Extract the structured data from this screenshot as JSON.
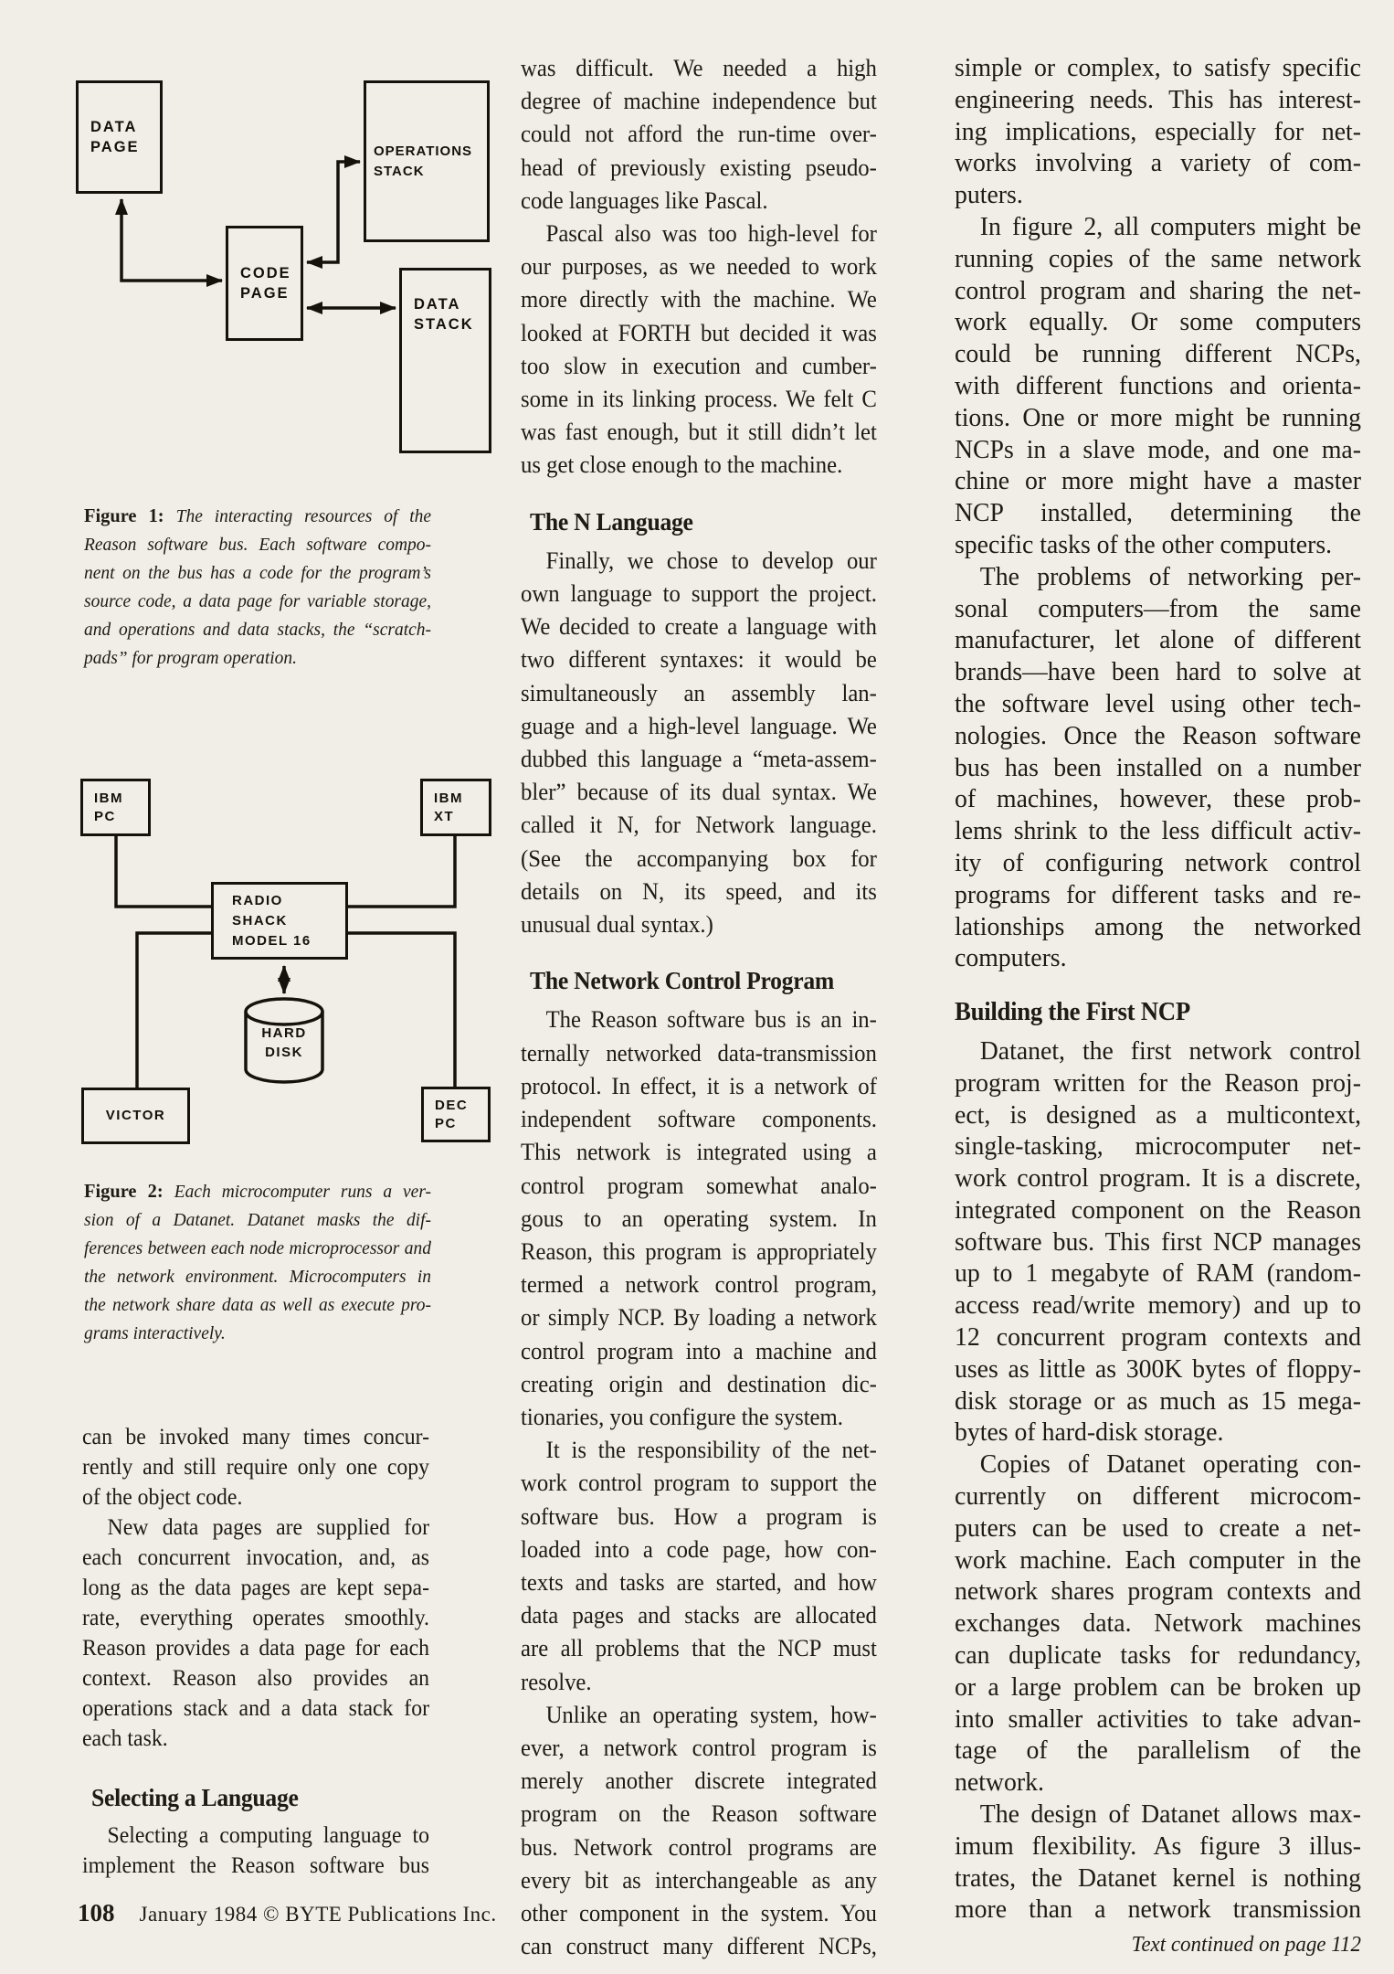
{
  "document": {
    "footer": {
      "page_number": "108",
      "credit": "January 1984 © BYTE Publications Inc."
    }
  },
  "figure1": {
    "box_labels": {
      "data_page": [
        "DATA",
        "PAGE"
      ],
      "operations_stack": [
        "OPERATIONS",
        "STACK"
      ],
      "code_page": [
        "CODE",
        "PAGE"
      ],
      "data_stack": [
        "DATA",
        "STACK"
      ]
    },
    "caption": {
      "label": "Figure 1:",
      "lines": [
        "The interacting resources of the",
        "Reason software bus. Each software compo-",
        "nent on the bus has a code for the program’s",
        "source code, a data page for variable storage,",
        "and operations and data stacks, the “scratch-",
        "pads” for program operation."
      ]
    }
  },
  "figure2": {
    "box_labels": {
      "ibm_pc": [
        "IBM",
        "PC"
      ],
      "ibm_xt": [
        "IBM",
        "XT"
      ],
      "radio_shack": [
        "RADIO",
        "SHACK",
        "MODEL 16"
      ],
      "victor": [
        "VICTOR"
      ],
      "dec_pc": [
        "DEC",
        "PC"
      ],
      "hard_disk": [
        "HARD",
        "DISK"
      ]
    },
    "caption": {
      "label": "Figure 2:",
      "lines": [
        "Each microcomputer runs a ver-",
        "sion of a Datanet. Datanet masks the dif-",
        "ferences between each node microprocessor and",
        "the network environment. Microcomputers in",
        "the network share data as well as execute pro-",
        "grams interactively."
      ]
    }
  },
  "columns": {
    "left": {
      "blocks": [
        {
          "t": "p",
          "indent": false,
          "cont": false,
          "lines": [
            "can be invoked many times concur-",
            "rently and still require only one copy",
            "of the object code."
          ]
        },
        {
          "t": "p",
          "indent": true,
          "cont": false,
          "lines": [
            "New data pages are supplied for",
            "each concurrent invocation, and, as",
            "long as the data pages are kept sepa-",
            "rate, everything operates smoothly.",
            "Reason provides a data page for each",
            "context. Reason also provides an",
            "operations stack and a data stack for",
            "each task."
          ]
        },
        {
          "t": "h",
          "text": "Selecting a Language"
        },
        {
          "t": "p",
          "indent": true,
          "cont": true,
          "lines": [
            "Selecting a computing language to",
            "implement the Reason software bus"
          ]
        }
      ]
    },
    "middle": {
      "blocks": [
        {
          "t": "p",
          "indent": false,
          "cont": false,
          "lines": [
            "was difficult. We needed a high",
            "degree of machine independence but",
            "could not afford the run-time over-",
            "head of previously existing pseudo-",
            "code languages like Pascal."
          ]
        },
        {
          "t": "p",
          "indent": true,
          "cont": false,
          "lines": [
            "Pascal also was too high-level for",
            "our purposes, as we needed to work",
            "more directly with the machine. We",
            "looked at FORTH but decided it was",
            "too slow in execution and cumber-",
            "some in its linking process. We felt C",
            "was fast enough, but it still didn’t let",
            "us get close enough to the machine."
          ]
        },
        {
          "t": "h",
          "text": "The N Language"
        },
        {
          "t": "p",
          "indent": true,
          "cont": false,
          "lines": [
            "Finally, we chose to develop our",
            "own language to support the project.",
            "We decided to create a language with",
            "two different syntaxes: it would be",
            "simultaneously an assembly lan-",
            "guage and a high-level language. We",
            "dubbed this language a “meta-assem-",
            "bler” because of its dual syntax. We",
            "called it N, for Network language.",
            "(See the accompanying box for",
            "details on N, its speed, and its",
            "unusual dual syntax.)"
          ]
        },
        {
          "t": "h",
          "text": "The Network Control Program"
        },
        {
          "t": "p",
          "indent": true,
          "cont": false,
          "lines": [
            "The Reason software bus is an in-",
            "ternally networked data-transmission",
            "protocol. In effect, it is a network of",
            "independent software components.",
            "This network is integrated using a",
            "control program somewhat analo-",
            "gous to an operating system. In",
            "Reason, this program is appropriately",
            "termed a network control program,",
            "or simply NCP. By loading a network",
            "control program into a machine and",
            "creating origin and destination dic-",
            "tionaries, you configure the system."
          ]
        },
        {
          "t": "p",
          "indent": true,
          "cont": false,
          "lines": [
            "It is the responsibility of the net-",
            "work control program to support the",
            "software bus. How a program is",
            "loaded into a code page, how con-",
            "texts and tasks are started, and how",
            "data pages and stacks are allocated",
            "are all problems that the NCP must",
            "resolve."
          ]
        },
        {
          "t": "p",
          "indent": true,
          "cont": true,
          "lines": [
            "Unlike an operating system, how-",
            "ever, a network control program is",
            "merely another discrete integrated",
            "program on the Reason software",
            "bus. Network control programs are",
            "every bit as interchangeable as any",
            "other component in the system. You",
            "can construct many different NCPs,"
          ]
        }
      ]
    },
    "right": {
      "blocks": [
        {
          "t": "p",
          "indent": false,
          "cont": false,
          "lines": [
            "simple or complex, to satisfy specific",
            "engineering needs. This has interest-",
            "ing implications, especially for net-",
            "works involving a variety of com-",
            "puters."
          ]
        },
        {
          "t": "p",
          "indent": true,
          "cont": false,
          "lines": [
            "In figure 2, all computers might be",
            "running copies of the same network",
            "control program and sharing the net-",
            "work equally. Or some computers",
            "could be running different NCPs,",
            "with different functions and orienta-",
            "tions. One or more might be running",
            "NCPs in a slave mode, and one ma-",
            "chine or more might have a master",
            "NCP installed, determining the",
            "specific tasks of the other computers."
          ]
        },
        {
          "t": "p",
          "indent": true,
          "cont": false,
          "lines": [
            "The problems of networking per-",
            "sonal computers—from the same",
            "manufacturer, let alone of different",
            "brands—have been hard to solve at",
            "the software level using other tech-",
            "nologies. Once the Reason software",
            "bus has been installed on a number",
            "of machines, however, these prob-",
            "lems shrink to the less difficult activ-",
            "ity of configuring network control",
            "programs for different tasks and re-",
            "lationships among the networked",
            "computers."
          ]
        },
        {
          "t": "h",
          "text": "Building the First NCP"
        },
        {
          "t": "p",
          "indent": true,
          "cont": false,
          "lines": [
            "Datanet, the first network control",
            "program written for the Reason proj-",
            "ect, is designed as a multicontext,",
            "single-tasking, microcomputer net-",
            "work control program. It is a discrete,",
            "integrated component on the Reason",
            "software bus. This first NCP manages",
            "up to 1 megabyte of RAM (random-",
            "access read/write memory) and up to",
            "12 concurrent program contexts and",
            "uses as little as 300K bytes of floppy-",
            "disk storage or as much as 15 mega-",
            "bytes of hard-disk storage."
          ]
        },
        {
          "t": "p",
          "indent": true,
          "cont": false,
          "lines": [
            "Copies of Datanet operating con-",
            "currently on different microcom-",
            "puters can be used to create a net-",
            "work machine. Each computer in the",
            "network shares program contexts and",
            "exchanges data. Network machines",
            "can duplicate tasks for redundancy,",
            "or a large problem can be broken up",
            "into smaller activities to take advan-",
            "tage of the parallelism of the",
            "network."
          ]
        },
        {
          "t": "p",
          "indent": true,
          "cont": true,
          "lines": [
            "The design of Datanet allows max-",
            "imum flexibility. As figure 3 illus-",
            "trates, the Datanet kernel is nothing",
            "more than a network transmission"
          ]
        },
        {
          "t": "note",
          "text": "Text continued on page 112"
        }
      ]
    }
  }
}
